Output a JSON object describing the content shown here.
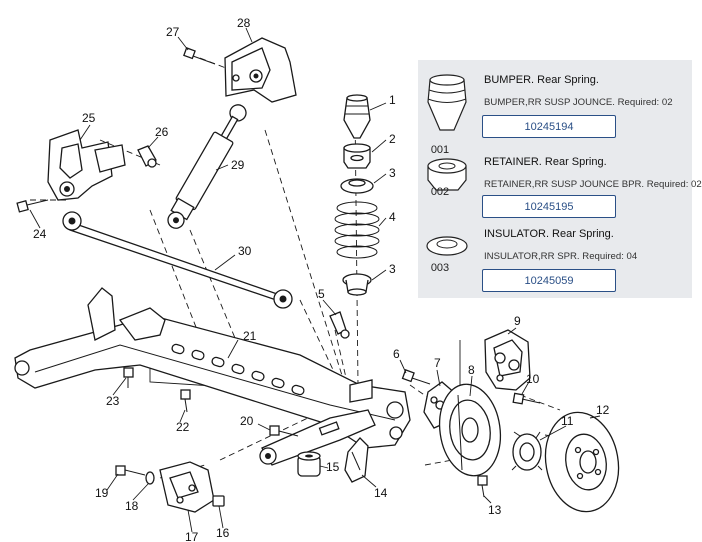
{
  "callouts": [
    {
      "id": "c1",
      "text": "1"
    },
    {
      "id": "c2",
      "text": "2"
    },
    {
      "id": "c3a",
      "text": "3"
    },
    {
      "id": "c3b",
      "text": "3"
    },
    {
      "id": "c4",
      "text": "4"
    },
    {
      "id": "c5",
      "text": "5"
    },
    {
      "id": "c6",
      "text": "6"
    },
    {
      "id": "c7",
      "text": "7"
    },
    {
      "id": "c8",
      "text": "8"
    },
    {
      "id": "c9",
      "text": "9"
    },
    {
      "id": "c10",
      "text": "10"
    },
    {
      "id": "c11",
      "text": "11"
    },
    {
      "id": "c12",
      "text": "12"
    },
    {
      "id": "c13",
      "text": "13"
    },
    {
      "id": "c14",
      "text": "14"
    },
    {
      "id": "c15",
      "text": "15"
    },
    {
      "id": "c16",
      "text": "16"
    },
    {
      "id": "c17",
      "text": "17"
    },
    {
      "id": "c18",
      "text": "18"
    },
    {
      "id": "c19",
      "text": "19"
    },
    {
      "id": "c20",
      "text": "20"
    },
    {
      "id": "c21",
      "text": "21"
    },
    {
      "id": "c22",
      "text": "22"
    },
    {
      "id": "c23",
      "text": "23"
    },
    {
      "id": "c24",
      "text": "24"
    },
    {
      "id": "c25",
      "text": "25"
    },
    {
      "id": "c26",
      "text": "26"
    },
    {
      "id": "c27",
      "text": "27"
    },
    {
      "id": "c28",
      "text": "28"
    },
    {
      "id": "c29",
      "text": "29"
    },
    {
      "id": "c30",
      "text": "30"
    }
  ],
  "parts": [
    {
      "index": "001",
      "title": "BUMPER. Rear Spring.",
      "description": "BUMPER,RR SUSP JOUNCE. Required: 02",
      "part_number": "10245194"
    },
    {
      "index": "002",
      "title": "RETAINER. Rear Spring.",
      "description": "RETAINER,RR SUSP JOUNCE BPR. Required: 02",
      "part_number": "10245195"
    },
    {
      "index": "003",
      "title": "INSULATOR. Rear Spring.",
      "description": "INSULATOR,RR SPR. Required: 04",
      "part_number": "10245059"
    }
  ],
  "colors": {
    "panel_bg": "#e8eaed",
    "button_border": "#2a4f86",
    "button_text": "#2a4f86"
  }
}
